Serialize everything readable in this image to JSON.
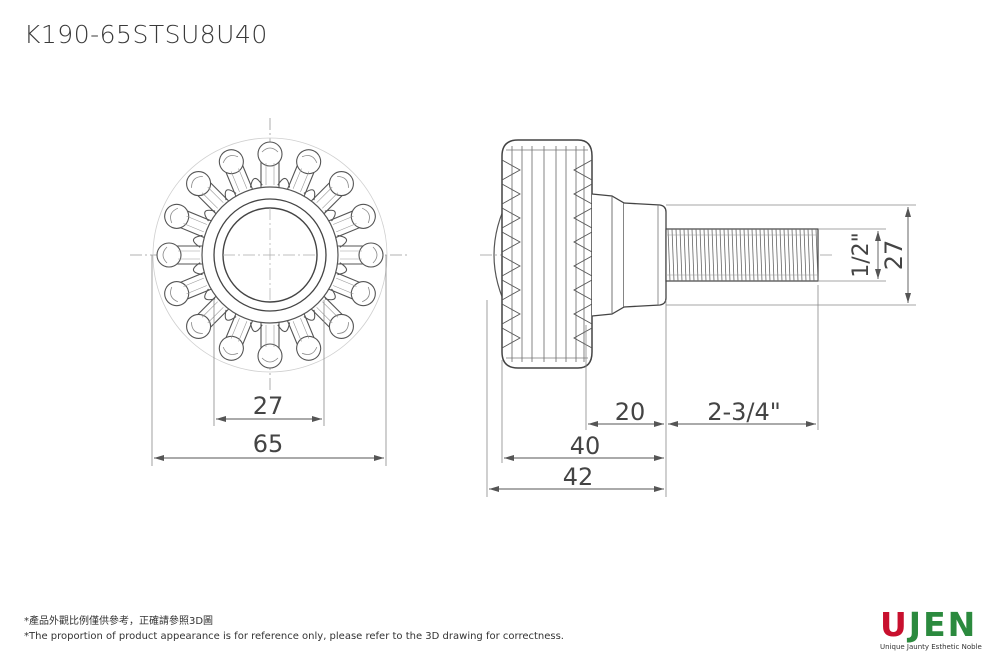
{
  "title": "K190-65STSU8U40",
  "dimensions": {
    "front_inner": "27",
    "front_outer": "65",
    "shaft_length": "20",
    "thread_length": "2-3/4\"",
    "total_40": "40",
    "total_42": "42",
    "thread_dia": "1/2\"",
    "shaft_dia": "27"
  },
  "notes": {
    "zh": "*產品外觀比例僅供參考，正確請參照3D圖",
    "en": "*The proportion of product appearance is for reference only, please refer to the 3D drawing for correctness."
  },
  "logo": {
    "letters": [
      "U",
      "J",
      "E",
      "N"
    ],
    "colors": [
      "#c8102e",
      "#2b8a3e",
      "#2b8a3e",
      "#2b8a3e"
    ],
    "tagline": "Unique Jaunty Esthetic Noble"
  }
}
